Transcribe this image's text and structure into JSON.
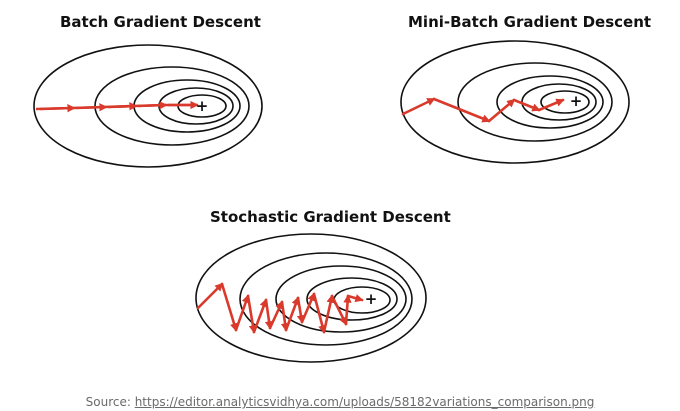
{
  "panels": {
    "batch": {
      "title": "Batch Gradient Descent"
    },
    "minibatch": {
      "title": "Mini-Batch Gradient Descent"
    },
    "stochastic": {
      "title": "Stochastic Gradient Descent"
    }
  },
  "minimum_marker": "+",
  "colors": {
    "contour": "#111111",
    "path": "#d93a2b",
    "title": "#111111",
    "caption": "#6b6b6b"
  },
  "caption": {
    "prefix": "Source: ",
    "link_text": "https://editor.analyticsvidhya.com/uploads/58182variations_comparison.png"
  }
}
